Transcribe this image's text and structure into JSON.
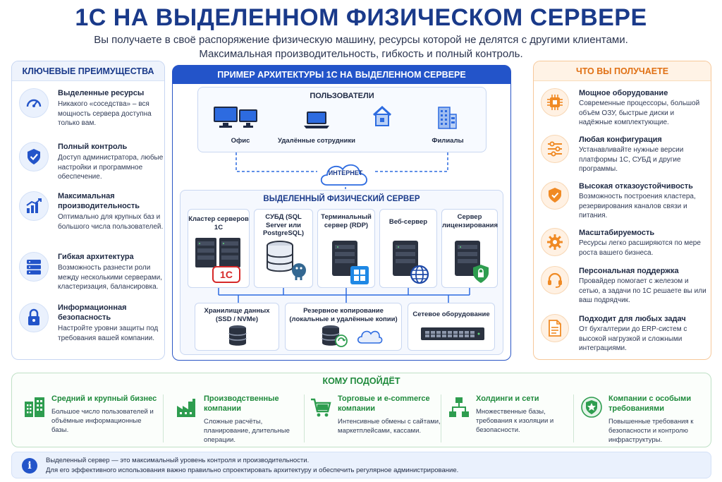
{
  "header": {
    "title": "1С НА ВЫДЕЛЕННОМ ФИЗИЧЕСКОМ СЕРВЕРЕ",
    "subtitle_line1": "Вы получаете в своё распоряжение физическую машину, ресурсы которой не делятся с другими клиентами.",
    "subtitle_line2": "Максимальная производительность, гибкость и полный контроль."
  },
  "advantages": {
    "heading": "КЛЮЧЕВЫЕ ПРЕИМУЩЕСТВА",
    "items": [
      {
        "title": "Выделенные ресурсы",
        "desc": "Никакого «соседства» – вся мощность сервера доступна только вам.",
        "icon": "speedometer-icon"
      },
      {
        "title": "Полный контроль",
        "desc": "Доступ администратора, любые настройки и программное обеспечение.",
        "icon": "shield-check-icon"
      },
      {
        "title": "Максимальная производительность",
        "desc": "Оптимально для крупных баз и большого числа пользователей.",
        "icon": "growth-chart-icon"
      },
      {
        "title": "Гибкая архитектура",
        "desc": "Возможность разнести роли между несколькими серверами, кластеризация, балансировка.",
        "icon": "server-stack-icon"
      },
      {
        "title": "Информационная безопасность",
        "desc": "Настройте уровни защиты под требования вашей компании.",
        "icon": "lock-icon"
      }
    ]
  },
  "architecture": {
    "heading": "ПРИМЕР АРХИТЕКТУРЫ 1С НА ВЫДЕЛЕННОМ СЕРВЕРЕ",
    "users_title": "ПОЛЬЗОВАТЕЛИ",
    "users": [
      "Офис",
      "Удалённые сотрудники",
      "Филиалы"
    ],
    "internet": "ИНТЕРНЕТ",
    "server_title": "ВЫДЕЛЕННЫЙ ФИЗИЧЕСКИЙ СЕРВЕР",
    "roles": [
      "Кластер серверов 1С",
      "СУБД (SQL Server или PostgreSQL)",
      "Терминальный сервер (RDP)",
      "Веб-сервер",
      "Сервер лицензирования"
    ],
    "logo_1c": "1С",
    "storage": [
      "Хранилище данных (SSD / NVMe)",
      "Резервное копирование (локальные и удалённые копии)",
      "Сетевое оборудование"
    ]
  },
  "benefits": {
    "heading": "ЧТО ВЫ ПОЛУЧАЕТЕ",
    "items": [
      {
        "title": "Мощное оборудование",
        "desc": "Современные процессоры, большой объём ОЗУ, быстрые диски и надёжные комплектующие.",
        "icon": "cpu-icon"
      },
      {
        "title": "Любая конфигурация",
        "desc": "Устанавливайте нужные версии платформы 1С, СУБД и другие программы.",
        "icon": "sliders-icon"
      },
      {
        "title": "Высокая отказоустойчивость",
        "desc": "Возможность построения кластера, резервирования каналов связи и питания.",
        "icon": "shield-check-icon"
      },
      {
        "title": "Масштабируемость",
        "desc": "Ресурсы легко расширяются по мере роста вашего бизнеса.",
        "icon": "gear-icon"
      },
      {
        "title": "Персональная поддержка",
        "desc": "Провайдер помогает с железом и сетью, а задачи по 1С решаете вы или ваш подрядчик.",
        "icon": "headset-icon"
      },
      {
        "title": "Подходит для любых задач",
        "desc": "От бухгалтерии до ERP-систем с высокой нагрузкой и сложными интеграциями.",
        "icon": "document-icon"
      }
    ]
  },
  "audience": {
    "heading": "КОМУ ПОДОЙДЁТ",
    "items": [
      {
        "title": "Средний и крупный бизнес",
        "desc": "Большое число пользователей и объёмные информационные базы.",
        "icon": "buildings-icon"
      },
      {
        "title": "Производственные компании",
        "desc": "Сложные расчёты, планирование, длительные операции.",
        "icon": "factory-icon"
      },
      {
        "title": "Торговые и e-commerce компании",
        "desc": "Интенсивные обмены с сайтами, маркетплейсами, кассами.",
        "icon": "cart-icon"
      },
      {
        "title": "Холдинги и сети",
        "desc": "Множественные базы, требования к изоляции и безопасности.",
        "icon": "network-icon"
      },
      {
        "title": "Компании с особыми требованиями",
        "desc": "Повышенные требования к безопасности и контролю инфраструктуры.",
        "icon": "star-shield-icon"
      }
    ]
  },
  "note": {
    "line1": "Выделенный сервер — это максимальный уровень контроля и производительности.",
    "line2": "Для его эффективного использования важно правильно спроектировать архитектуру и обеспечить регулярное администрирование.",
    "icon": "info-icon"
  },
  "colors": {
    "blue": "#2354c9",
    "orange": "#f08a24",
    "green": "#1f8a3c"
  }
}
